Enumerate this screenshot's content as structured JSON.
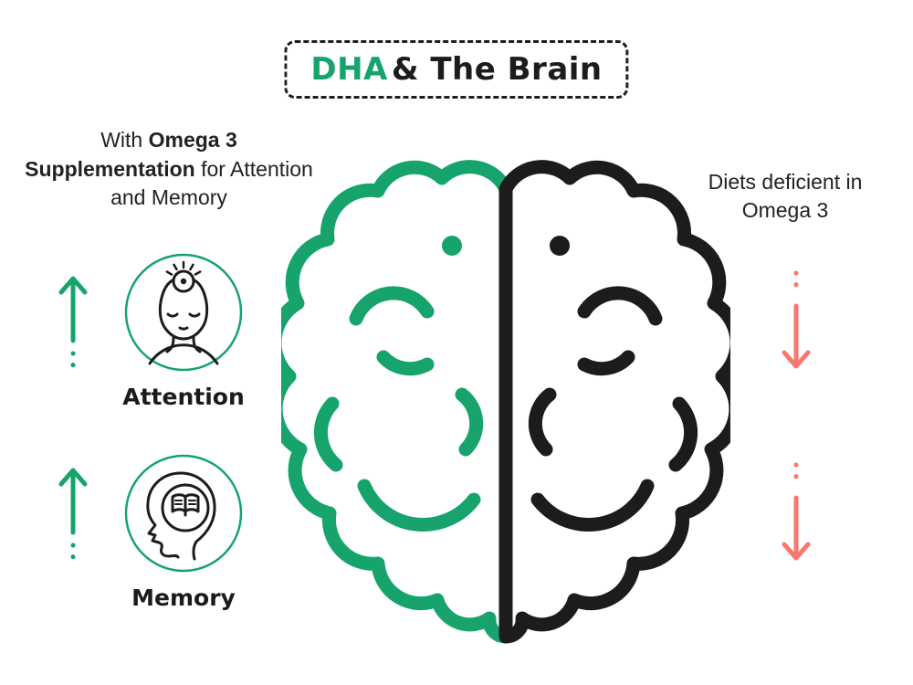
{
  "colors": {
    "green": "#16A36C",
    "dark": "#1C1C1C",
    "salmon": "#F8776E",
    "background": "#FFFFFF"
  },
  "title": {
    "dha": "DHA",
    "rest": "& The Brain"
  },
  "left_panel": {
    "heading": {
      "pre": "With ",
      "bold": "Omega 3 Supplementation",
      "post": " for Attention and Memory"
    },
    "items": [
      {
        "label": "Attention",
        "icon": "focus-target-head-icon",
        "trend": "up"
      },
      {
        "label": "Memory",
        "icon": "open-book-head-icon",
        "trend": "up"
      }
    ]
  },
  "right_panel": {
    "heading": "Diets deficient in Omega 3",
    "trends": [
      "down",
      "down"
    ]
  },
  "brain": {
    "icon": "split-brain-icon",
    "left_hemisphere_color": "#16A36C",
    "right_hemisphere_color": "#1C1C1C"
  }
}
